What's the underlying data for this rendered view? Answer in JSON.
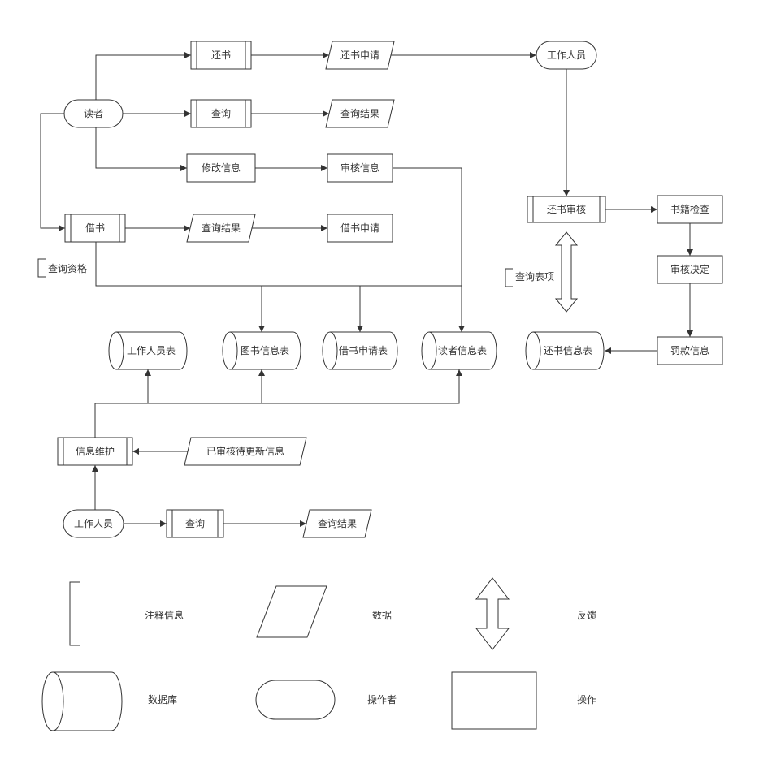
{
  "colors": {
    "stroke": "#333333",
    "background": "#ffffff",
    "text": "#333333"
  },
  "nodes": {
    "reader": {
      "label": "读者",
      "type": "operator"
    },
    "return_book": {
      "label": "还书",
      "type": "operation"
    },
    "query1": {
      "label": "查询",
      "type": "operation"
    },
    "modify_info": {
      "label": "修改信息",
      "type": "operation"
    },
    "return_apply": {
      "label": "还书申请",
      "type": "data"
    },
    "query_result1": {
      "label": "查询结果",
      "type": "data"
    },
    "audit_info": {
      "label": "审核信息",
      "type": "operation"
    },
    "borrow": {
      "label": "借书",
      "type": "operation"
    },
    "query_result2": {
      "label": "查询结果",
      "type": "data"
    },
    "borrow_apply": {
      "label": "借书申请",
      "type": "operation"
    },
    "staff1": {
      "label": "工作人员",
      "type": "operator"
    },
    "return_audit": {
      "label": "还书审核",
      "type": "operation"
    },
    "book_check": {
      "label": "书籍检查",
      "type": "operation"
    },
    "audit_decision": {
      "label": "审核决定",
      "type": "operation"
    },
    "fine_info": {
      "label": "罚款信息",
      "type": "operation"
    },
    "staff_table": {
      "label": "工作人员表",
      "type": "database"
    },
    "book_table": {
      "label": "图书信息表",
      "type": "database"
    },
    "borrow_table": {
      "label": "借书申请表",
      "type": "database"
    },
    "reader_table": {
      "label": "读者信息表",
      "type": "database"
    },
    "return_table": {
      "label": "还书信息表",
      "type": "database"
    },
    "info_maintain": {
      "label": "信息维护",
      "type": "operation"
    },
    "audited_update": {
      "label": "已审核待更新信息",
      "type": "data"
    },
    "staff2": {
      "label": "工作人员",
      "type": "operator"
    },
    "query2": {
      "label": "查询",
      "type": "operation"
    },
    "query_result3": {
      "label": "查询结果",
      "type": "data"
    }
  },
  "annotations": {
    "query_qualification": "查询资格",
    "query_items": "查询表项"
  },
  "legend": {
    "items": [
      {
        "shape": "bracket",
        "label": "注释信息"
      },
      {
        "shape": "parallelogram",
        "label": "数据"
      },
      {
        "shape": "feedback-arrow",
        "label": "反馈"
      },
      {
        "shape": "cylinder",
        "label": "数据库"
      },
      {
        "shape": "stadium",
        "label": "操作者"
      },
      {
        "shape": "rectangle",
        "label": "操作"
      }
    ]
  }
}
